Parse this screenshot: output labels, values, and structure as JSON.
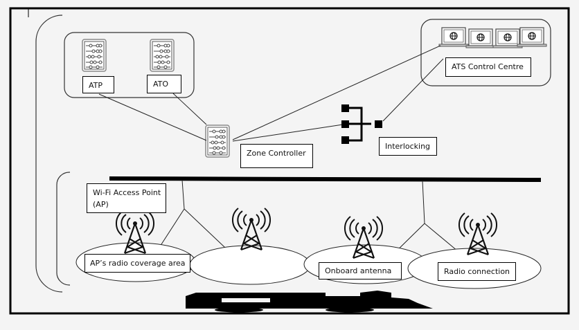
{
  "diagram": {
    "title": "CBTC Wi-Fi train-to-wayside communication architecture",
    "nodes": {
      "atp": {
        "label": "ATP",
        "icon": "server-rack-icon"
      },
      "ato": {
        "label": "ATO",
        "icon": "server-rack-icon"
      },
      "zone_controller": {
        "label": "Zone Controller",
        "icon": "server-rack-icon"
      },
      "ats": {
        "label": "ATS Control Centre",
        "icon": "laptop-globe-icon",
        "workstations": 4
      },
      "interlocking": {
        "label": "Interlocking",
        "icon": "switch-junction-icon"
      },
      "access_point": {
        "label_line1": "Wi-Fi Access Point",
        "label_line2": "(AP)",
        "icon": "radio-tower-icon"
      },
      "coverage": {
        "label": "AP’s radio coverage area"
      },
      "onboard": {
        "label": "Onboard antenna"
      },
      "radio": {
        "label": "Radio connection"
      }
    },
    "access_points_count": 4,
    "vehicle": {
      "icon": "train-silhouette-icon"
    }
  }
}
